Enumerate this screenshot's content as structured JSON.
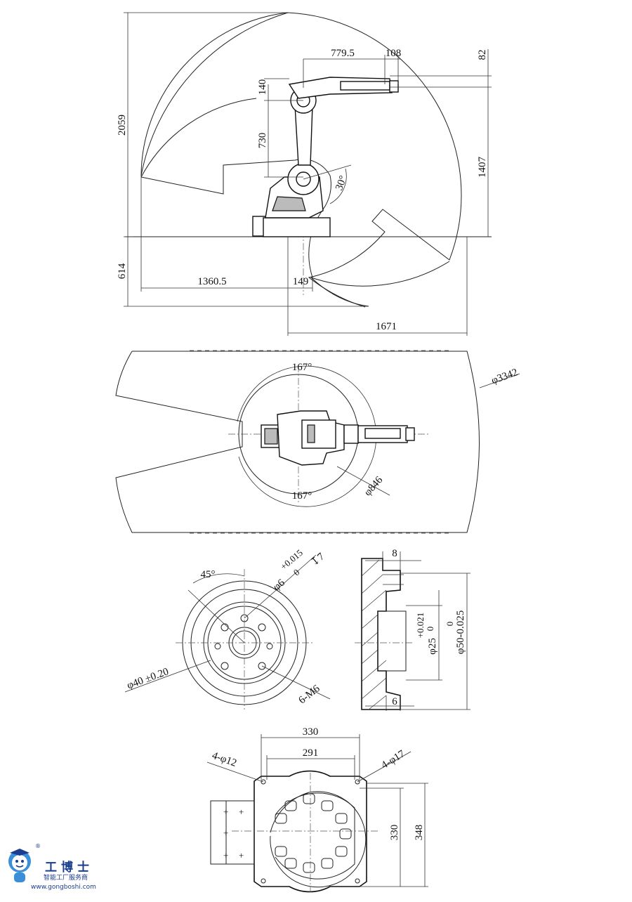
{
  "side_view": {
    "dim_total_height": "2059",
    "dim_upper_arm": "730",
    "dim_arm_offset": "140",
    "dim_forearm_reach": "779.5",
    "dim_wrist": "108",
    "dim_top": "82",
    "dim_right_height": "1407",
    "dim_below_base": "614",
    "dim_rear_reach": "1360.5",
    "dim_offset": "149",
    "dim_front_reach": "1671",
    "dim_angle": "30°"
  },
  "top_view": {
    "dim_angle_top": "167°",
    "dim_angle_bottom": "167°",
    "dim_work_diameter": "φ3342",
    "dim_inner_diameter": "φ846"
  },
  "flange": {
    "dim_angle": "45°",
    "dim_pin_tol_upper": "+0.015",
    "dim_pin": "φ6",
    "dim_pin_tol_lower": "0",
    "dim_pin_depth": "↧7",
    "dim_pcd": "φ40 ±0.20",
    "dim_threads": "6-M6"
  },
  "flange_section": {
    "dim_top": "8",
    "dim_inner_tol_upper": "+0.021",
    "dim_inner_tol_lower": "0",
    "dim_inner": "φ25",
    "dim_outer_tol_upper": "0",
    "dim_outer": "φ50-0.025",
    "dim_bottom": "6"
  },
  "base": {
    "dim_outer_width": "330",
    "dim_inner_width": "291",
    "dim_hole_small": "4-φ12",
    "dim_hole_large": "4-φ17",
    "dim_height_inner": "330",
    "dim_height_outer": "348"
  },
  "watermark": {
    "registered": "®",
    "brand": "工博士",
    "slogan": "智能工厂服务商",
    "url": "www.gongboshi.com",
    "logo_color": "#1a3d8f"
  }
}
